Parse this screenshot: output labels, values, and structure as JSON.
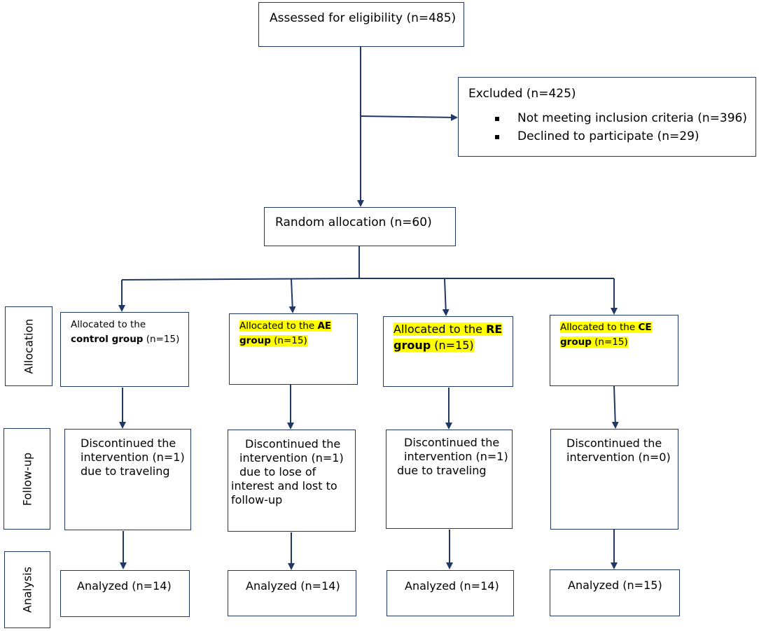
{
  "top": {
    "assessed": "Assessed for eligibility (n=485)"
  },
  "excluded": {
    "title": "Excluded (n=425)",
    "items": [
      "Not meeting inclusion criteria (n=396)",
      "Declined to participate (n=29)"
    ]
  },
  "random": "Random allocation (n=60)",
  "sides": {
    "allocation": "Allocation",
    "followup": "Follow-up",
    "analysis": "Analysis"
  },
  "allocation": {
    "control": {
      "line1": "Allocated to the",
      "bold": "control group",
      "rest": " (n=15)"
    },
    "ae": {
      "pre": "Allocated to the ",
      "bold": "AE",
      "line2bold": "group",
      "rest": " (n=15)"
    },
    "re": {
      "pre": "Allocated to the ",
      "bold": "RE",
      "line2bold": "group",
      "rest": " (n=15)"
    },
    "ce": {
      "pre": "Allocated to the ",
      "bold": "CE",
      "line2bold": "group",
      "rest": " (n=15)"
    }
  },
  "followup": {
    "control": [
      "Discontinued the",
      "intervention (n=1)",
      "due to traveling"
    ],
    "ae": [
      "Discontinued the",
      "intervention (n=1)",
      "due to lose of",
      "interest and lost to",
      "follow-up"
    ],
    "re": [
      "Discontinued the",
      "intervention (n=1)",
      "due to traveling"
    ],
    "ce": [
      "Discontinued the",
      "intervention (n=0)"
    ]
  },
  "analysis": {
    "control": "Analyzed (n=14)",
    "ae": "Analyzed (n=14)",
    "re": "Analyzed (n=14)",
    "ce": "Analyzed (n=15)"
  },
  "colors": {
    "line": "#1f3864",
    "highlight": "#ffff00"
  }
}
